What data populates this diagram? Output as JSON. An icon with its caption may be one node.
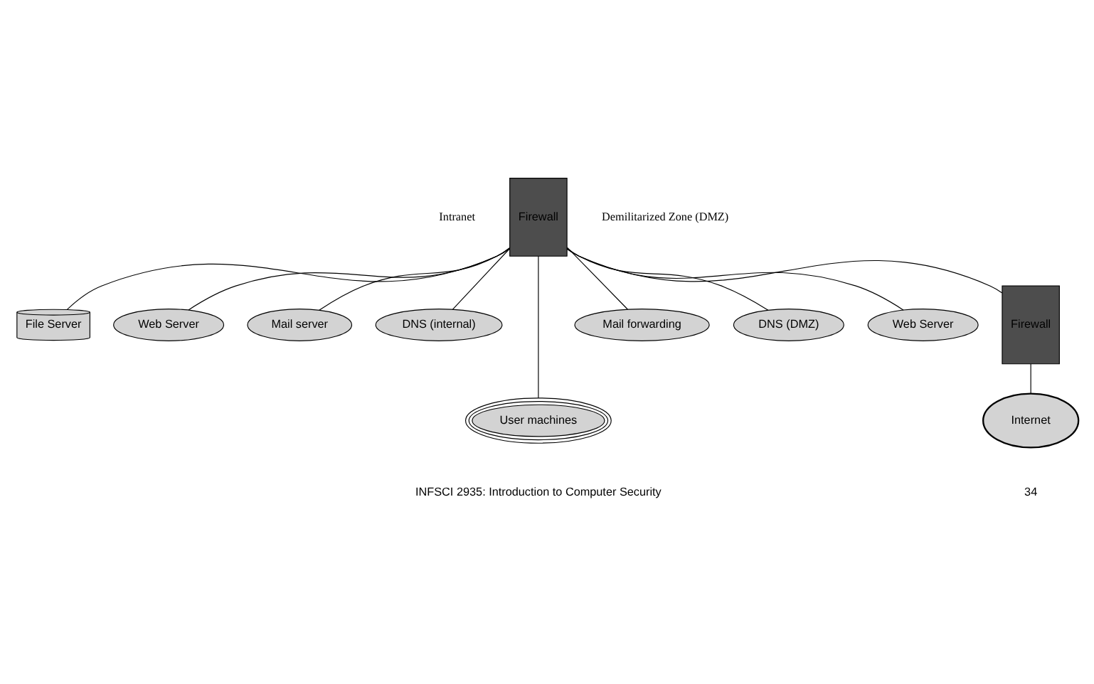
{
  "diagram": {
    "nodes": [
      {
        "text": [
          "Firewall"
        ]
      },
      {
        "text": [
          "File Server"
        ]
      },
      {
        "text": [
          "Web Server"
        ]
      },
      {
        "text": [
          "Mail server"
        ]
      },
      {
        "text": [
          "DNS (internal)"
        ]
      },
      {
        "text": [
          "User machines"
        ]
      },
      {
        "text": [
          "Mail forwarding"
        ]
      },
      {
        "text": [
          "DNS (DMZ)"
        ]
      },
      {
        "text": [
          "Web Server"
        ]
      },
      {
        "text": [
          "Firewall"
        ]
      },
      {
        "text": [
          "Internet"
        ]
      }
    ],
    "edges": [
      {
        "from": 0,
        "to": 1,
        "arrow": "none"
      },
      {
        "from": 0,
        "to": 2,
        "arrow": "none"
      },
      {
        "from": 0,
        "to": 3,
        "arrow": "none"
      },
      {
        "from": 0,
        "to": 4,
        "arrow": "none"
      },
      {
        "from": 0,
        "to": 5,
        "arrow": "none"
      },
      {
        "from": 0,
        "to": 6,
        "arrow": "none"
      },
      {
        "from": 0,
        "to": 7,
        "arrow": "none"
      },
      {
        "from": 0,
        "to": 8,
        "arrow": "none"
      },
      {
        "from": 0,
        "to": 9,
        "arrow": "none"
      },
      {
        "from": 9,
        "to": 10,
        "arrow": "none"
      }
    ],
    "labels": [
      "Intranet",
      "Demilitarized Zone (DMZ)",
      "INFSCI 2935: Introduction to Computer Security",
      "34"
    ]
  }
}
